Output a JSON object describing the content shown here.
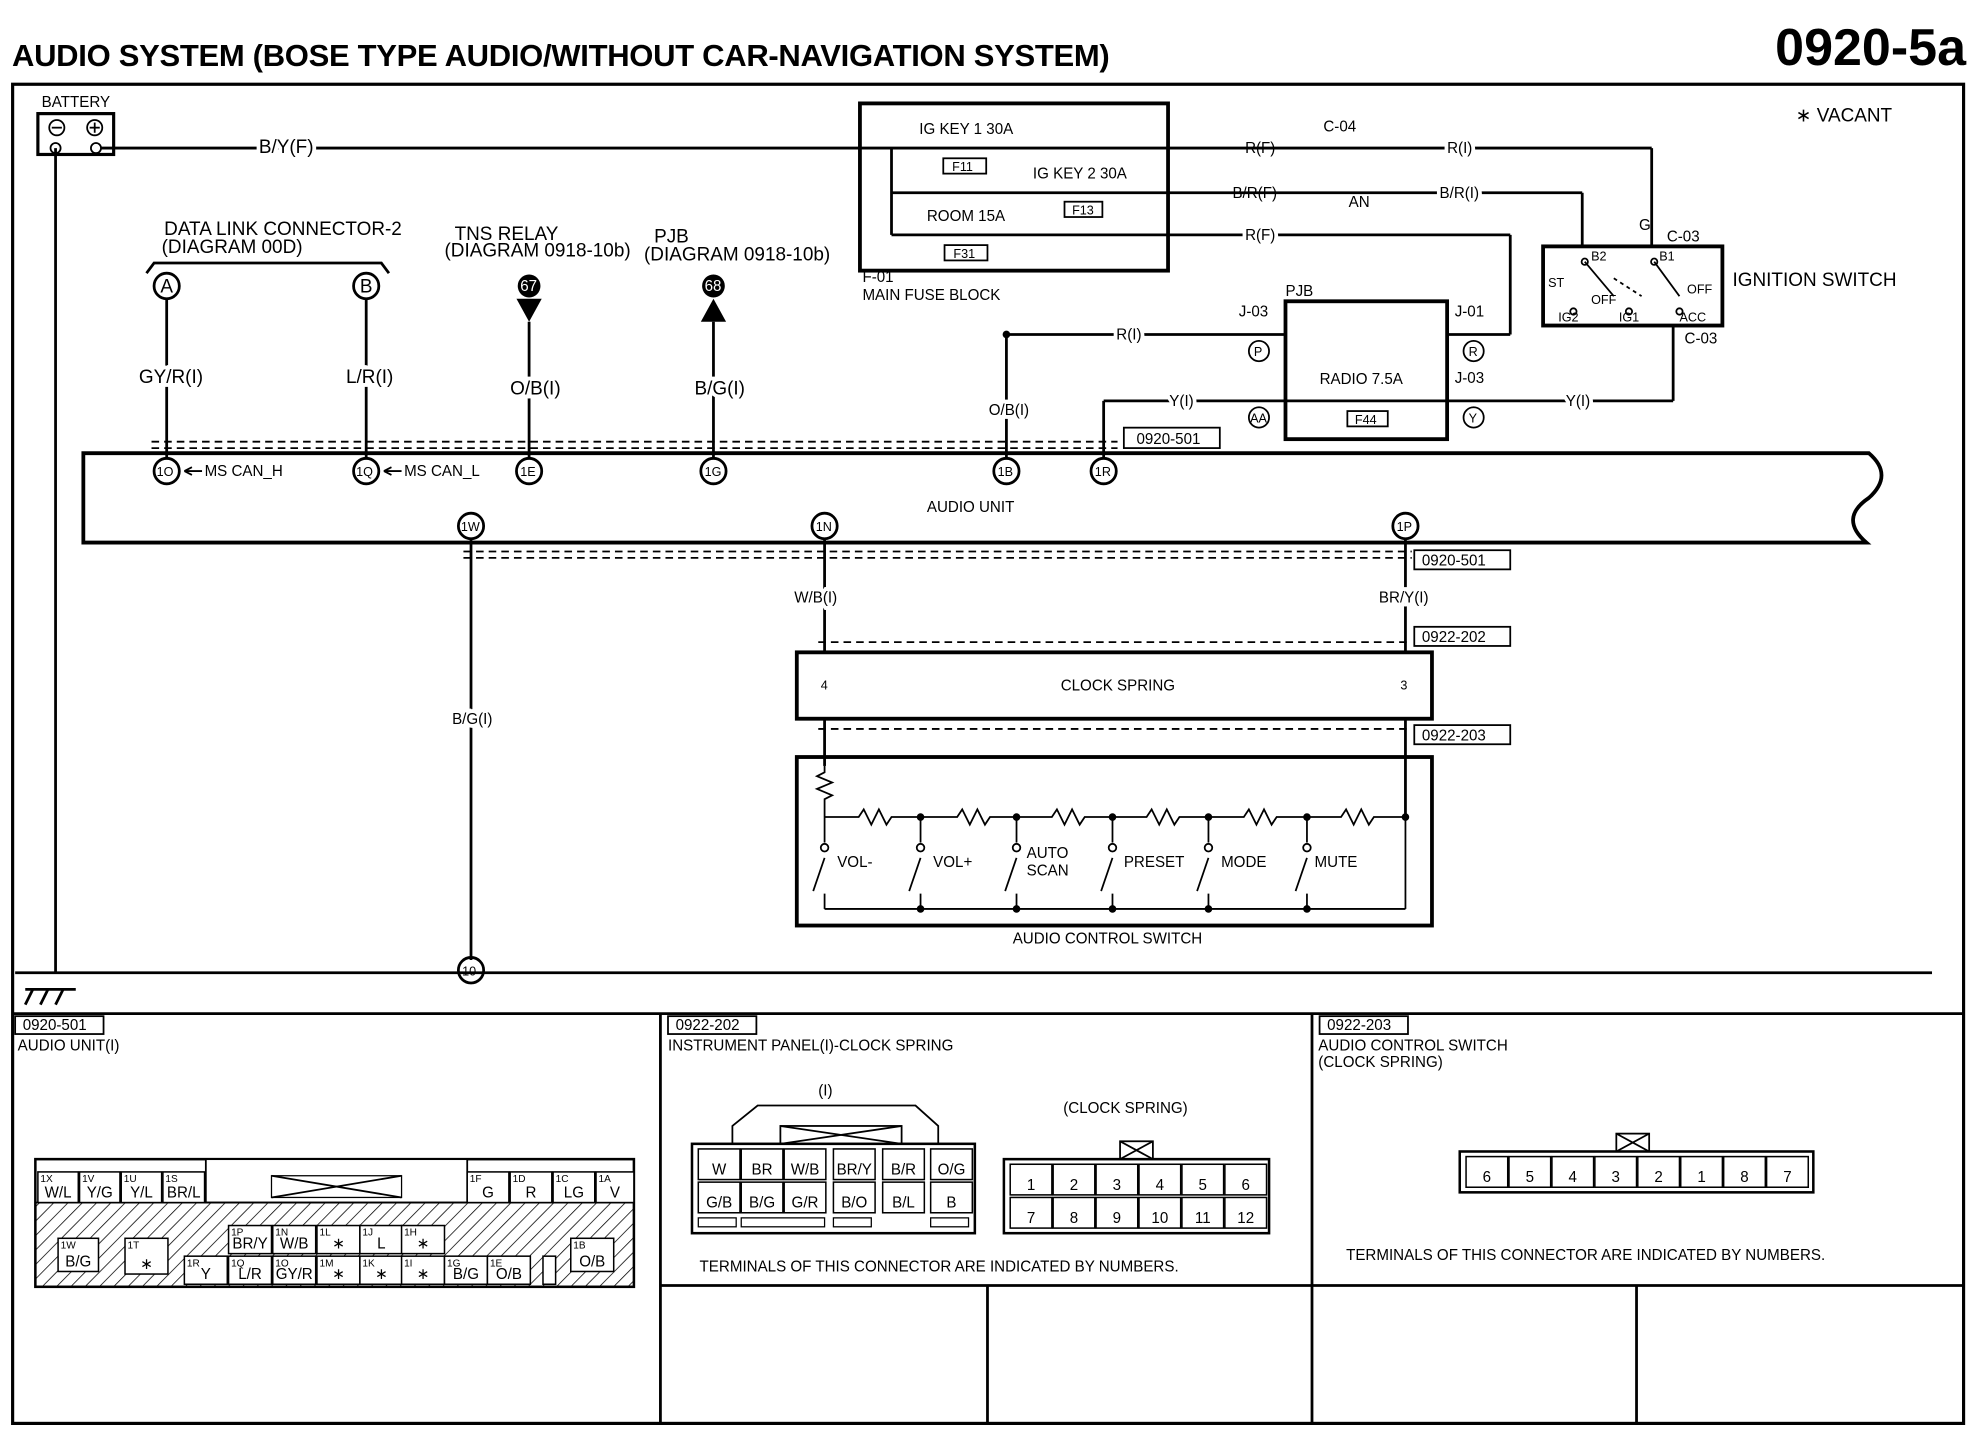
{
  "title": "AUDIO SYSTEM (BOSE TYPE AUDIO/WITHOUT CAR-NAVIGATION SYSTEM)",
  "code": "0920-5a",
  "vacant_note": "∗ VACANT",
  "battery": {
    "label": "BATTERY",
    "wire": "B/Y(F)"
  },
  "dlc": {
    "title": "DATA LINK CONNECTOR-2",
    "sub": "(DIAGRAM 00D)",
    "pin_a": "A",
    "pin_b": "B",
    "wire_a": "GY/R(I)",
    "wire_b": "L/R(I)"
  },
  "tns": {
    "title": "TNS RELAY",
    "sub": "(DIAGRAM 0918-10b)",
    "ref": "67",
    "wire": "O/B(I)"
  },
  "pjb_ref": {
    "title": "PJB",
    "sub": "(DIAGRAM 0918-10b)",
    "ref": "68",
    "wire": "B/G(I)"
  },
  "fuse_block": {
    "name": "F-01",
    "label": "MAIN FUSE BLOCK",
    "fuses": [
      {
        "name": "IG KEY 1 30A",
        "id": "F11"
      },
      {
        "name": "IG KEY 2 30A",
        "id": "F13"
      },
      {
        "name": "ROOM 15A",
        "id": "F31"
      }
    ],
    "wires": [
      "R(F)",
      "B/R(F)",
      "R(F)"
    ]
  },
  "c04": {
    "label": "C-04",
    "an": "AN",
    "wires": [
      "R(I)",
      "B/R(I)"
    ]
  },
  "ignition": {
    "label": "IGNITION SWITCH",
    "conn_top": "C-03",
    "conn_bottom": "C-03",
    "pin": "G",
    "terms": [
      "B2",
      "B1",
      "ST",
      "OFF",
      "OFF",
      "IG2",
      "IG1",
      "ACC"
    ]
  },
  "pjb": {
    "label": "PJB",
    "fuse": "RADIO 7.5A",
    "fuse_id": "F44",
    "j_left_top": "J-03",
    "j_right_top": "J-01",
    "j_right_mid": "J-03",
    "pins": [
      "P",
      "R",
      "AA",
      "Y"
    ],
    "wires": [
      "R(I)",
      "Y(I)",
      "Y(I)",
      "O/B(I)"
    ]
  },
  "audio_unit": {
    "label": "AUDIO UNIT",
    "conn_ref": "0920-501",
    "pins_top": [
      "1O",
      "1Q",
      "1E",
      "1G",
      "1B",
      "1R"
    ],
    "can_h": "MS CAN_H",
    "can_l": "MS CAN_L",
    "pins_bottom": [
      "1W",
      "1N",
      "1P"
    ]
  },
  "lower_wires": {
    "w1": "B/G(I)",
    "w2": "W/B(I)",
    "w3": "BR/Y(I)"
  },
  "refs": [
    "0920-501",
    "0922-202",
    "0922-203"
  ],
  "clock_spring": {
    "label": "CLOCK SPRING",
    "left": "4",
    "right": "3"
  },
  "audio_switch": {
    "label": "AUDIO CONTROL SWITCH",
    "buttons": [
      "VOL-",
      "VOL+",
      "AUTO",
      "SCAN",
      "PRESET",
      "MODE",
      "MUTE"
    ]
  },
  "ground": {
    "ref": "10"
  },
  "panels": [
    {
      "ref": "0920-501",
      "title": "AUDIO UNIT(I)"
    },
    {
      "ref": "0922-202",
      "title": "INSTRUMENT PANEL(I)-CLOCK SPRING",
      "sub_left": "(I)",
      "sub_right": "(CLOCK SPRING)",
      "note": "TERMINALS OF THIS CONNECTOR ARE INDICATED BY NUMBERS."
    },
    {
      "ref": "0922-203",
      "title": "AUDIO CONTROL SWITCH",
      "sub": "(CLOCK SPRING)",
      "note": "TERMINALS OF THIS CONNECTOR ARE INDICATED BY NUMBERS."
    }
  ],
  "conn_audio_top": [
    {
      "p": "1X",
      "w": "W/L"
    },
    {
      "p": "1V",
      "w": "Y/G"
    },
    {
      "p": "1U",
      "w": "Y/L"
    },
    {
      "p": "1S",
      "w": "BR/L"
    },
    {
      "p": "1F",
      "w": "G"
    },
    {
      "p": "1D",
      "w": "R"
    },
    {
      "p": "1C",
      "w": "LG"
    },
    {
      "p": "1A",
      "w": "V"
    }
  ],
  "conn_audio_mid": [
    {
      "p": "1P",
      "w": "BR/Y"
    },
    {
      "p": "1N",
      "w": "W/B"
    },
    {
      "p": "1L",
      "w": "∗"
    },
    {
      "p": "1J",
      "w": "L"
    },
    {
      "p": "1H",
      "w": "∗"
    }
  ],
  "conn_audio_bot": [
    {
      "p": "1R",
      "w": "Y"
    },
    {
      "p": "1Q",
      "w": "L/R"
    },
    {
      "p": "1O",
      "w": "GY/R"
    },
    {
      "p": "1M",
      "w": "∗"
    },
    {
      "p": "1K",
      "w": "∗"
    },
    {
      "p": "1I",
      "w": "∗"
    },
    {
      "p": "1G",
      "w": "B/G"
    },
    {
      "p": "1E",
      "w": "O/B"
    }
  ],
  "conn_audio_side": [
    {
      "p": "1W",
      "w": "B/G"
    },
    {
      "p": "1T",
      "w": "∗"
    },
    {
      "p": "1B",
      "w": "O/B"
    }
  ],
  "conn_ip_top": [
    "W",
    "BR",
    "W/B",
    "BR/Y",
    "B/R",
    "O/G"
  ],
  "conn_ip_bot": [
    "G/B",
    "B/G",
    "G/R",
    "B/O",
    "B/L",
    "B"
  ],
  "conn_cs_top": [
    "1",
    "2",
    "3",
    "4",
    "5",
    "6"
  ],
  "conn_cs_bot": [
    "7",
    "8",
    "9",
    "10",
    "11",
    "12"
  ],
  "conn_acs": [
    "6",
    "5",
    "4",
    "3",
    "2",
    "1",
    "8",
    "7"
  ]
}
